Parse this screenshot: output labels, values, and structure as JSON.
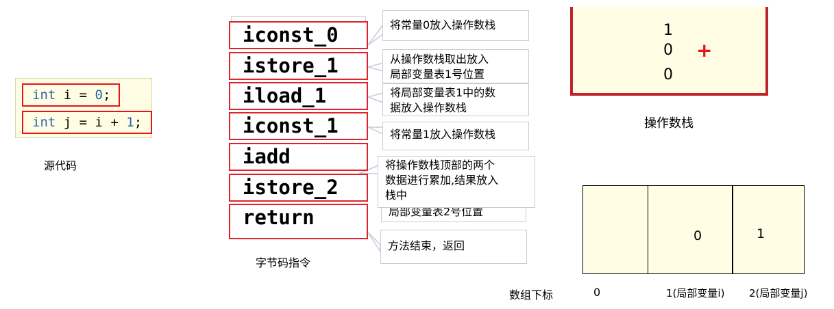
{
  "source_code": {
    "line1": {
      "kw": "int",
      "mid": " i = ",
      "num": "0",
      "end": ";"
    },
    "line2": {
      "kw": "int",
      "mid": " j = i + ",
      "num": "1",
      "end": ";"
    },
    "caption": "源代码"
  },
  "bytecode": {
    "instructions": [
      "iconst_0",
      "istore_1",
      "iload_1",
      "iconst_1",
      "iadd",
      "istore_2",
      "return"
    ],
    "caption": "字节码指令"
  },
  "callouts": [
    [
      "将常量0放入操作数栈"
    ],
    [
      "从操作数栈取出放入",
      "局部变量表1号位置"
    ],
    [
      "将局部变量表1中的数",
      "据放入操作数栈"
    ],
    [
      "将常量1放入操作数栈"
    ],
    [
      "将操作数栈顶部的两个",
      "数据进行累加,结果放入",
      "栈中"
    ],
    [
      "局部变量表2号位置"
    ],
    [
      "方法结束，返回"
    ]
  ],
  "operand_stack": {
    "values": [
      "1",
      "0",
      "0"
    ],
    "operator": "+",
    "caption": "操作数栈"
  },
  "local_variables": {
    "values": [
      "",
      "0",
      "1"
    ],
    "index_label": "数组下标",
    "indices": [
      "0",
      "1(局部变量i)",
      "2(局部变量j)"
    ]
  },
  "colors": {
    "highlight": "#e8121b",
    "panel": "#fffde4",
    "stack_border": "#c0242b"
  }
}
